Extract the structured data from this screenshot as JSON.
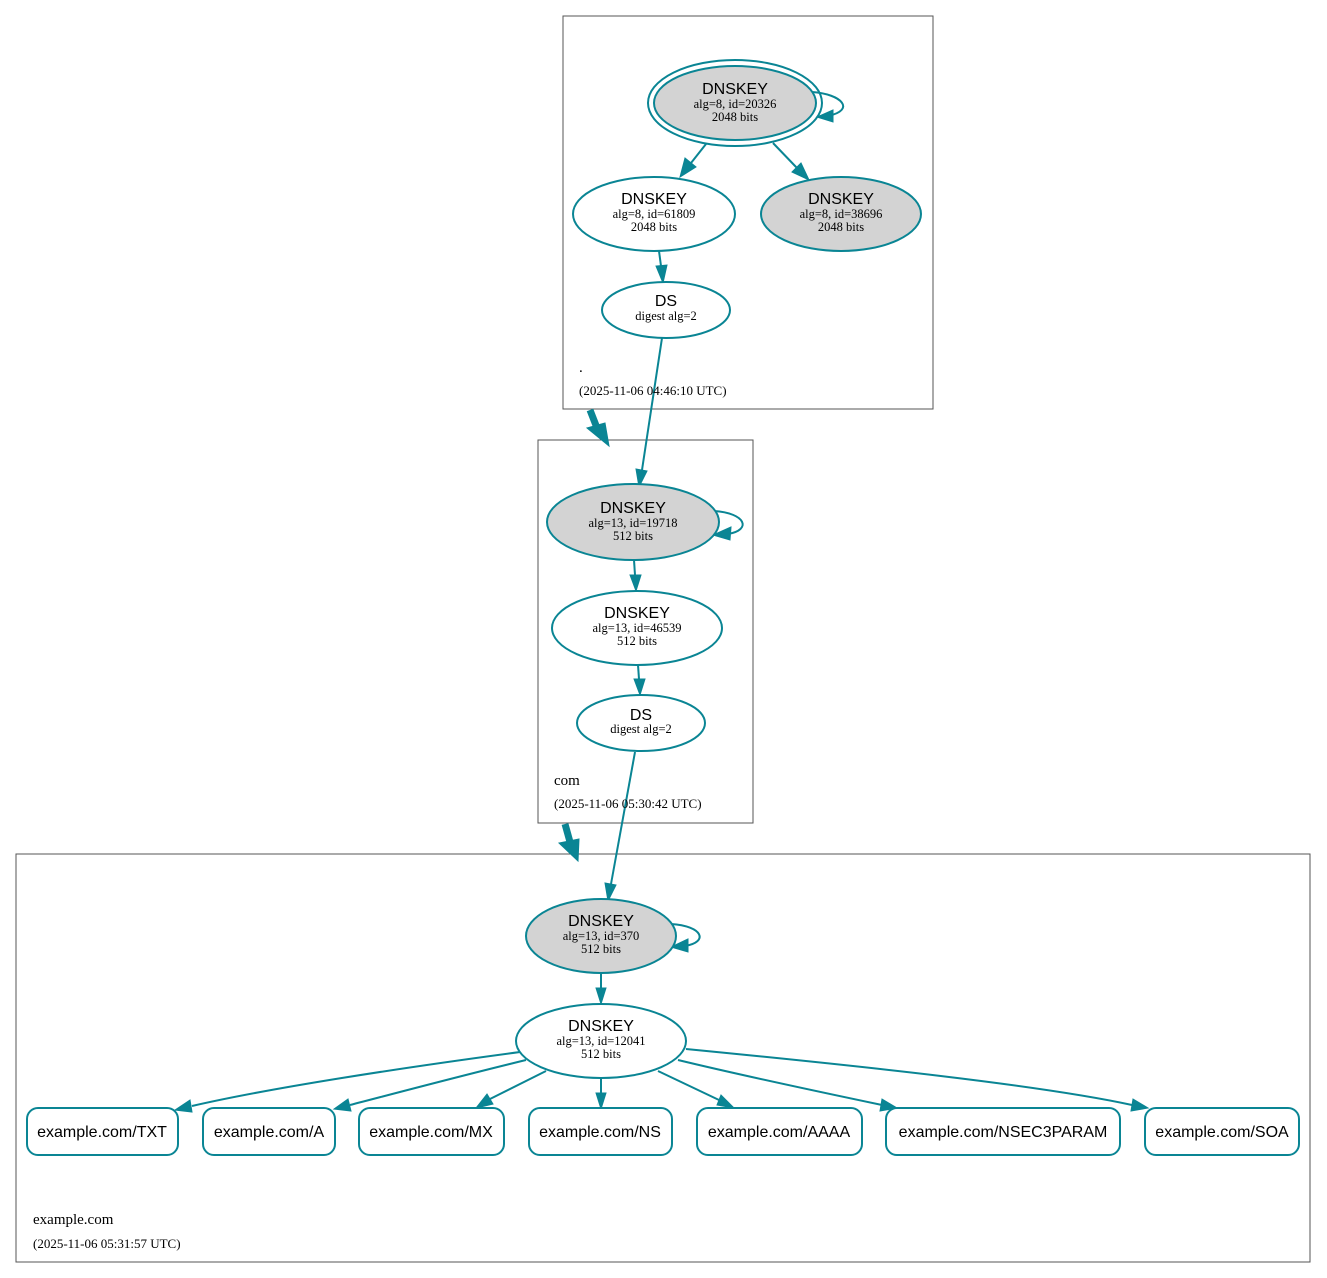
{
  "colors": {
    "accent": "#0a8594",
    "ksk_fill": "#d3d3d3",
    "node_fill": "#ffffff",
    "zone_border": "#555555"
  },
  "zones": {
    "root": {
      "name": ".",
      "timestamp": "(2025-11-06 04:46:10 UTC)"
    },
    "com": {
      "name": "com",
      "timestamp": "(2025-11-06 05:30:42 UTC)"
    },
    "example": {
      "name": "example.com",
      "timestamp": "(2025-11-06 05:31:57 UTC)"
    }
  },
  "nodes": {
    "root_ksk": {
      "type": "DNSKEY",
      "line1": "alg=8, id=20326",
      "line2": "2048 bits"
    },
    "root_zsk1": {
      "type": "DNSKEY",
      "line1": "alg=8, id=61809",
      "line2": "2048 bits"
    },
    "root_zsk2": {
      "type": "DNSKEY",
      "line1": "alg=8, id=38696",
      "line2": "2048 bits"
    },
    "root_ds": {
      "type": "DS",
      "line1": "digest alg=2"
    },
    "com_ksk": {
      "type": "DNSKEY",
      "line1": "alg=13, id=19718",
      "line2": "512 bits"
    },
    "com_zsk": {
      "type": "DNSKEY",
      "line1": "alg=13, id=46539",
      "line2": "512 bits"
    },
    "com_ds": {
      "type": "DS",
      "line1": "digest alg=2"
    },
    "ex_ksk": {
      "type": "DNSKEY",
      "line1": "alg=13, id=370",
      "line2": "512 bits"
    },
    "ex_zsk": {
      "type": "DNSKEY",
      "line1": "alg=13, id=12041",
      "line2": "512 bits"
    }
  },
  "records": [
    "example.com/TXT",
    "example.com/A",
    "example.com/MX",
    "example.com/NS",
    "example.com/AAAA",
    "example.com/NSEC3PARAM",
    "example.com/SOA"
  ]
}
